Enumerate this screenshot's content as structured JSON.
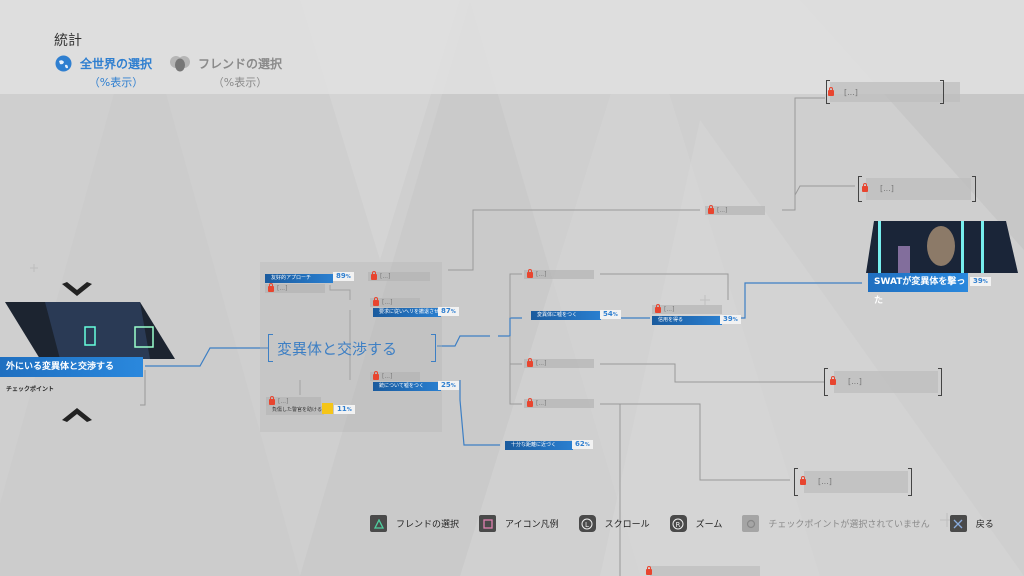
{
  "header": {
    "title": "統計",
    "filters": [
      {
        "icon": "globe-icon",
        "label": "全世界の選択",
        "sub": "（%表示）",
        "active": true
      },
      {
        "icon": "friends-icon",
        "label": "フレンドの選択",
        "sub": "（%表示）",
        "active": false
      }
    ]
  },
  "checkpoint": {
    "title": "外にいる変異体と交渉する",
    "subtitle": "チェックポイント"
  },
  "chapter": {
    "title": "変異体と交渉する"
  },
  "nodes": [
    {
      "label": "友好的アプローチ",
      "percent": "89",
      "unit": "%"
    },
    {
      "label": "要求に従いヘリを撤退させる",
      "percent": "87",
      "unit": "%"
    },
    {
      "label": "銃について嘘をつく",
      "percent": "25",
      "unit": "%"
    },
    {
      "label": "負傷した警官を助ける",
      "percent": "11",
      "unit": "%"
    },
    {
      "label": "変異体に嘘をつく",
      "percent": "54",
      "unit": "%"
    },
    {
      "label": "信用を得る",
      "percent": "39",
      "unit": "%"
    },
    {
      "label": "十分な距離に近づく",
      "percent": "62",
      "unit": "%"
    }
  ],
  "locked_label": "[...]",
  "ending": {
    "title": "SWATが変異体を撃った",
    "percent": "39",
    "unit": "%"
  },
  "footer": {
    "buttons": [
      {
        "icon": "triangle-button-icon",
        "label": "フレンドの選択",
        "disabled": false
      },
      {
        "icon": "square-button-icon",
        "label": "アイコン凡例",
        "disabled": false
      },
      {
        "icon": "l-stick-icon",
        "label": "スクロール",
        "disabled": false
      },
      {
        "icon": "r-stick-icon",
        "label": "ズーム",
        "disabled": false
      },
      {
        "icon": "circle-button-icon",
        "label": "チェックポイントが選択されていません",
        "disabled": true
      },
      {
        "icon": "cross-button-icon",
        "label": "戻る",
        "disabled": false
      }
    ]
  }
}
